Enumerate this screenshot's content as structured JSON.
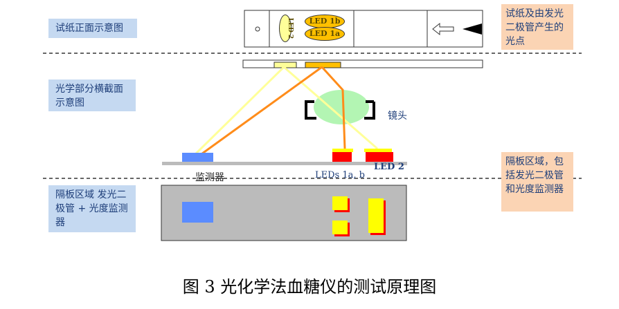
{
  "labels": {
    "strip_front": "试纸正面示意图",
    "optics_section": "光学部分横截面示意图",
    "baffle_area": "隔板区域 发光二极管 + 光度监测器",
    "strip_spots": "试纸及由发光二极管产生的光点",
    "baffle_desc": "隔板区域，包括发光二极管和光度监测器"
  },
  "strip": {
    "led1b": "LED 1b",
    "led1a": "LED 1a",
    "led2": "LED 2"
  },
  "optics": {
    "lens": "镜头",
    "detector": "监测器",
    "leds": "LEDs 1a, b",
    "led2": "LED 2"
  },
  "caption": "图 3  光化学法血糖仪的测试原理图"
}
